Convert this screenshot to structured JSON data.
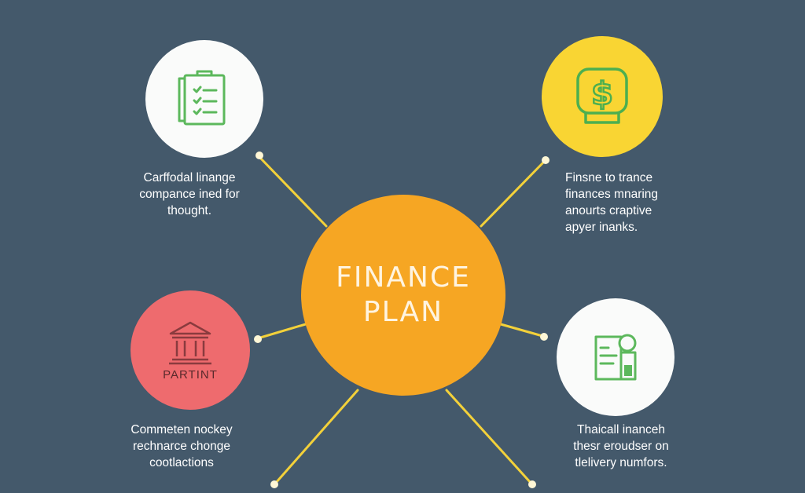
{
  "center": {
    "line1": "FINANCE",
    "line2": "PLAN"
  },
  "nodes": {
    "top_left": {
      "icon": "clipboard-checklist-icon",
      "color": "#fafbfa",
      "icon_color": "#5cb85c"
    },
    "top_right": {
      "icon": "dollar-sign-icon",
      "color": "#f9d533",
      "icon_color": "#4caf50"
    },
    "bottom_left": {
      "icon": "bank-building-icon",
      "label": "PARTINT",
      "color": "#ee6b6e",
      "icon_color": "#8a3b3e"
    },
    "bottom_right": {
      "icon": "document-badge-icon",
      "color": "#fafbfa",
      "icon_color": "#5cb85c"
    }
  },
  "captions": {
    "top_left": [
      "Carffodal linange",
      "compance ined for",
      "thought."
    ],
    "top_right": [
      "Finsne to trance",
      "finances mnaring",
      "anourts craptive",
      "apyer inanks."
    ],
    "bottom_left": [
      "Commeten nockey",
      "rechnarce chonge",
      "cootlactions"
    ],
    "bottom_right": [
      "Thaicall inanceh",
      "thesr eroudser on",
      "tlelivery numfors."
    ]
  },
  "colors": {
    "background": "#44596b",
    "center": "#f6a623",
    "connector": "#f3d13a"
  }
}
